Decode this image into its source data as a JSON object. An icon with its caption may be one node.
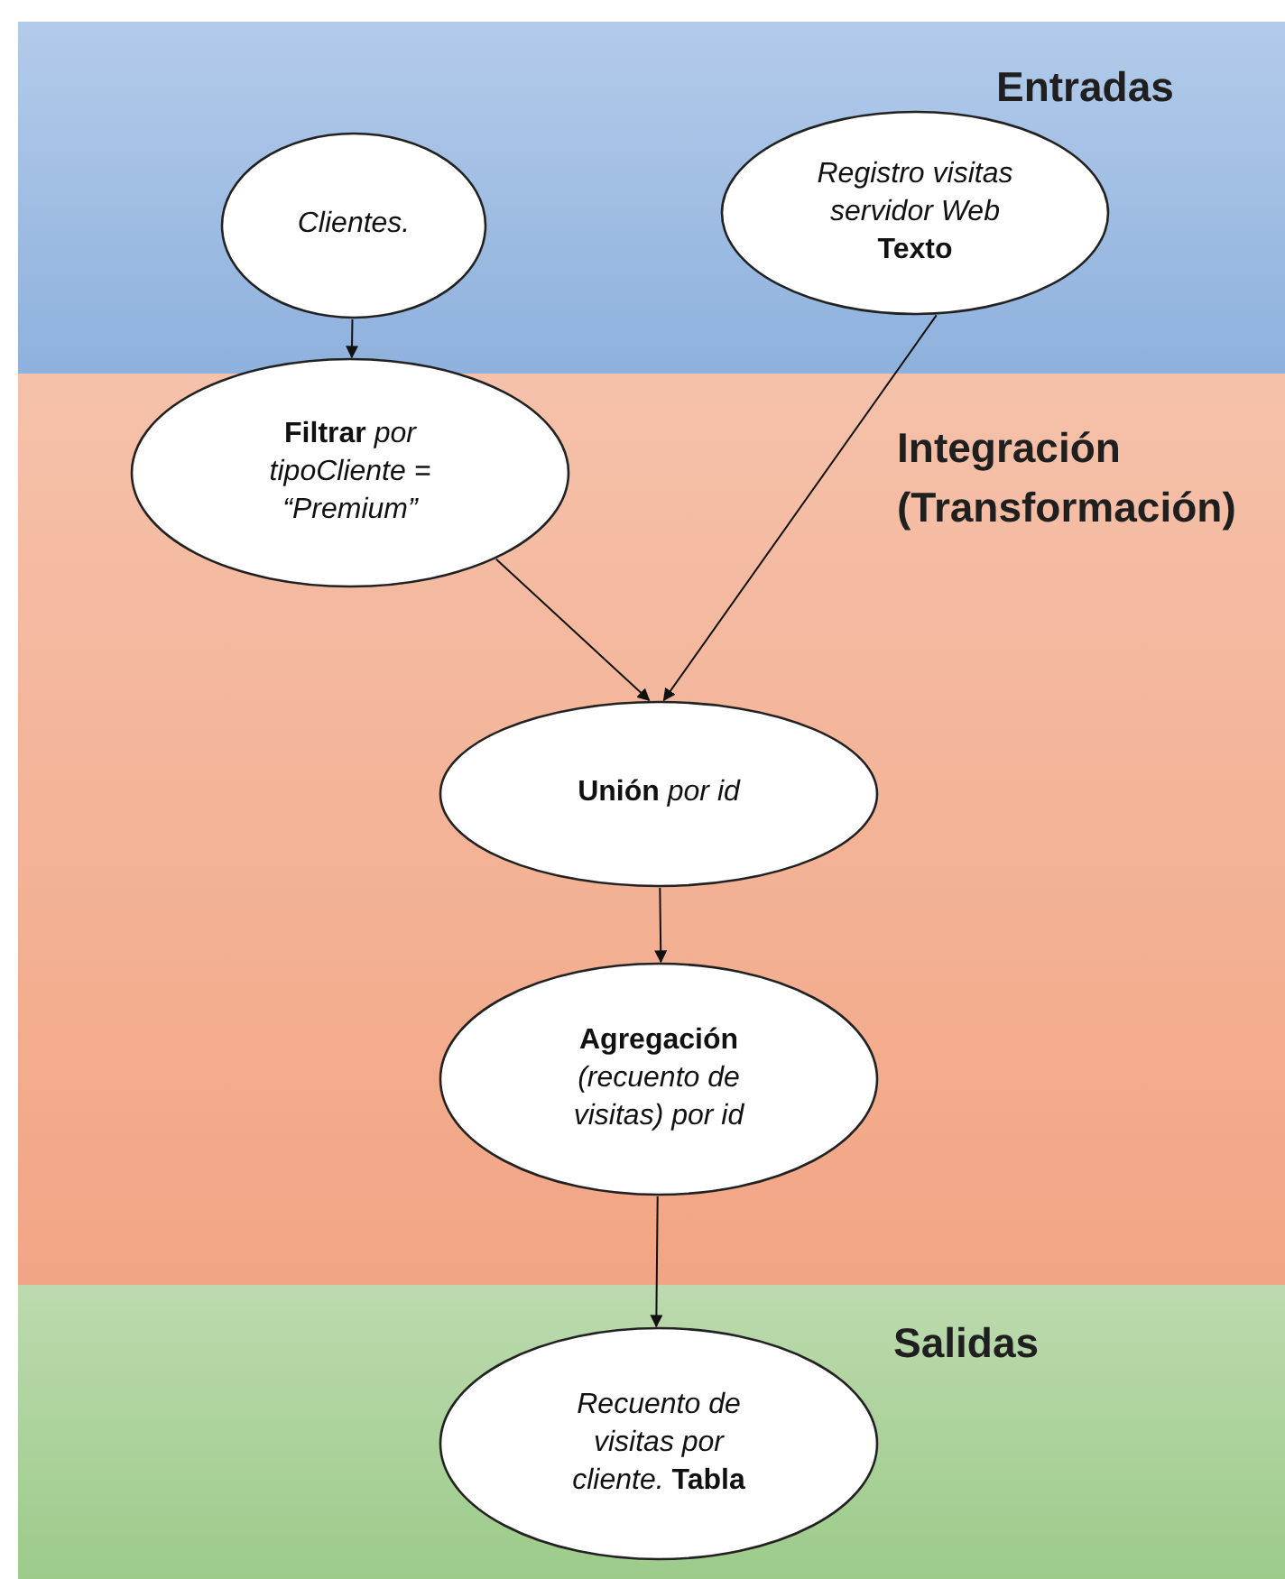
{
  "diagram": {
    "nodes": [
      {
        "text": [
          "Entradas"
        ]
      },
      {
        "text": [
          "Clientes."
        ],
        "in": 0
      },
      {
        "text": [
          "*Registro visitas servidor Web* **Texto**"
        ],
        "in": 0
      },
      {
        "text": [
          "Integración (Transformación)"
        ]
      },
      {
        "text": [
          "**Filtrar** *por tipoCliente = “Premium”*"
        ],
        "in": 3
      },
      {
        "text": [
          "**Unión** *por id*"
        ],
        "in": 3
      },
      {
        "text": [
          "**Agregación** *(recuento de visitas) por id*"
        ],
        "in": 3
      },
      {
        "text": [
          "Salidas"
        ]
      },
      {
        "text": [
          "*Recuento de visitas por cliente.* **Tabla**"
        ],
        "in": 7
      }
    ],
    "edges": [
      {
        "from": 1,
        "to": 4,
        "arrow": "to"
      },
      {
        "from": 2,
        "to": 5,
        "arrow": "to"
      },
      {
        "from": 4,
        "to": 5,
        "arrow": "to"
      },
      {
        "from": 5,
        "to": 6,
        "arrow": "to"
      },
      {
        "from": 6,
        "to": 8,
        "arrow": "to"
      }
    ]
  }
}
